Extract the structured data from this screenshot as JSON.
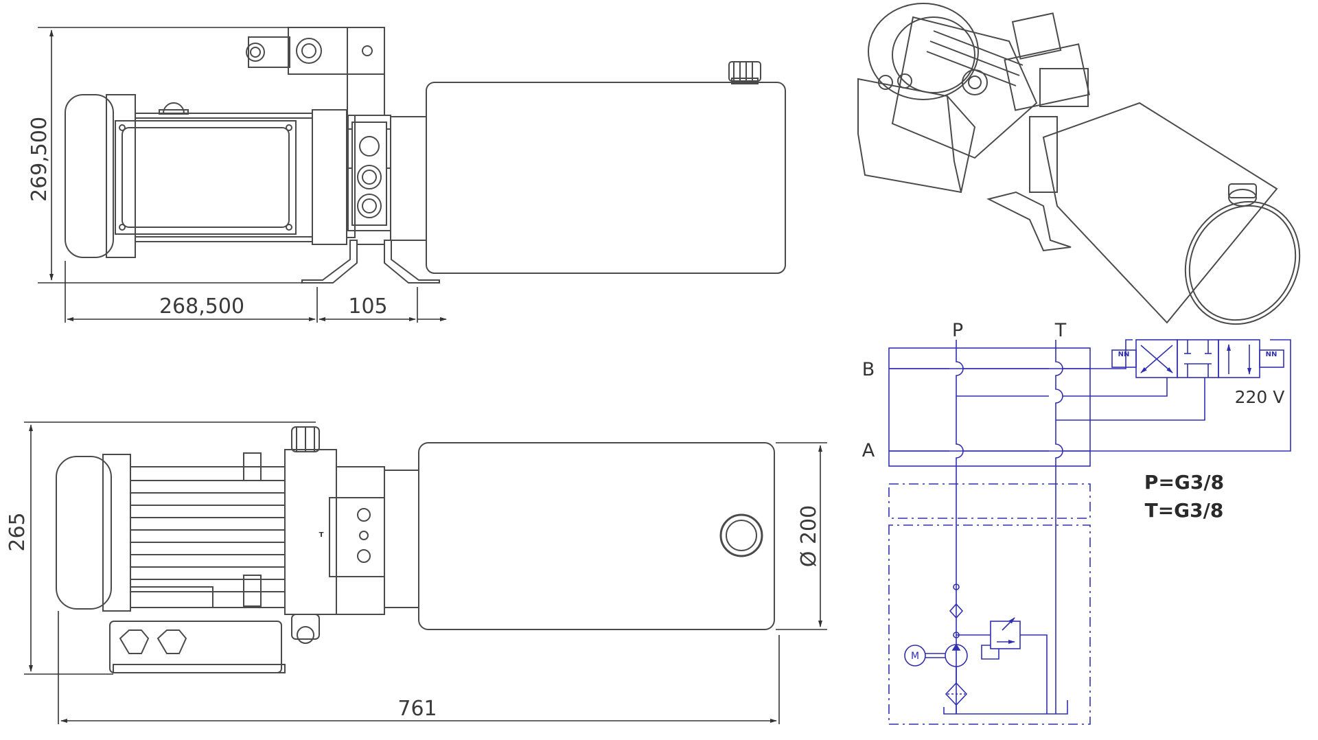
{
  "dimensions": {
    "top_height": "269,500",
    "top_left_length": "268,500",
    "top_bracket": "105",
    "bottom_height": "265",
    "bottom_length": "761",
    "tank_diameter": "Ø 200"
  },
  "valve_marking": "T",
  "schematic": {
    "port_p": "P",
    "port_t": "T",
    "port_b": "B",
    "port_a": "A",
    "voltage": "220 V",
    "motor": "M",
    "solenoid_left": "NN",
    "solenoid_right": "NN"
  },
  "ports_spec": {
    "p": "P=G3/8",
    "t": "T=G3/8"
  },
  "colors": {
    "line": "#4a4a4a",
    "schematic": "#2f2fb0"
  }
}
